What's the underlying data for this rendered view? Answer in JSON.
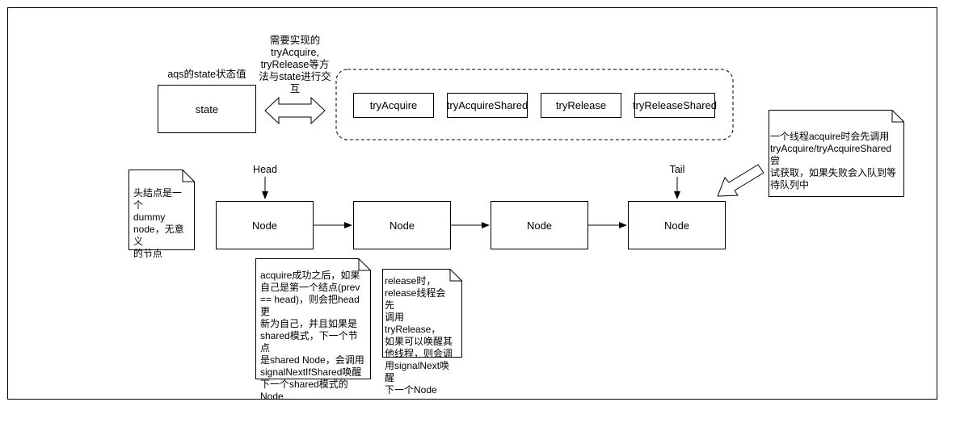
{
  "state_caption": "aqs的state状态值",
  "state_box": "state",
  "interact_caption": "需要实现的\ntryAcquire,\ntryRelease等方\n法与state进行交\n互",
  "methods": [
    "tryAcquire",
    "tryAcquireShared",
    "tryRelease",
    "tryReleaseShared"
  ],
  "head_label": "Head",
  "tail_label": "Tail",
  "nodes": [
    "Node",
    "Node",
    "Node",
    "Node"
  ],
  "notes": {
    "head_note": "头结点是一个\ndummy\nnode，无意义\n的节点",
    "acquire_note": "acquire成功之后，如果\n自己是第一个结点(prev\n== head)，则会把head更\n新为自己，并且如果是\nshared模式，下一个节点\n是shared Node，会调用\nsignalNextIfShared唤醒\n下一个shared模式的\nNode",
    "release_note": "release时，\nrelease线程会先\n调用tryRelease，\n如果可以唤醒其\n他线程，则会调\n用signalNext唤醒\n下一个Node",
    "enqueue_note": "一个线程acquire时会先调用\ntryAcquire/tryAcquireShared尝\n试获取，如果失败会入队到等\n待队列中"
  }
}
